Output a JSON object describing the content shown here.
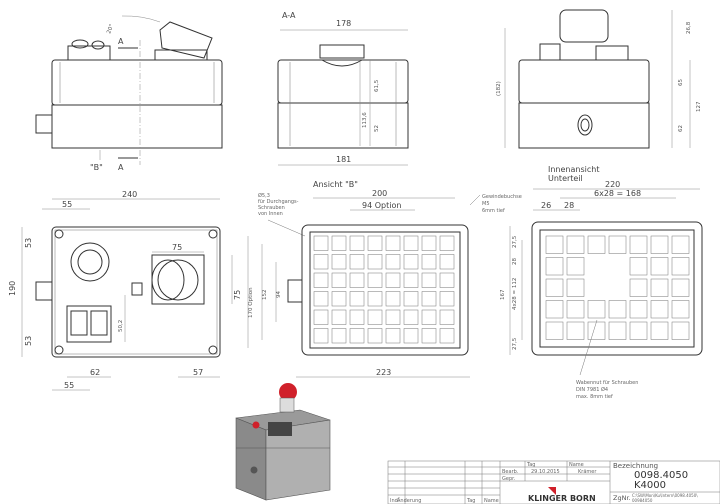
{
  "views": {
    "side": {
      "angle": "20°",
      "section_mark": "A",
      "view_mark": "\"B\""
    },
    "section": {
      "title": "A-A",
      "width_top": "178",
      "width_bottom": "181",
      "h_upper": "61,5",
      "h_total": "113,6",
      "h_lower": "52"
    },
    "right": {
      "overall": "(182)",
      "cap": "26,8",
      "upper": "65",
      "total": "127",
      "lower": "62"
    },
    "front": {
      "width": "240",
      "left_offset": "55",
      "height": "190",
      "top_offset": "53",
      "bottom_offset": "53",
      "socket_w": "75",
      "socket_h": "75",
      "switch_h": "50,2",
      "switch_w": "62",
      "right_offset": "57",
      "bottom_left": "55"
    },
    "ansicht_b": {
      "title": "Ansicht \"B\"",
      "width": "200",
      "option": "94 Option",
      "hole_note": [
        "Ø5,3",
        "für Durchgangs-",
        "Schrauben",
        "von Innen"
      ],
      "h1": "170 Option",
      "h2": "152",
      "h3": "94",
      "bottom": "223"
    },
    "inner": {
      "title": [
        "Innenansicht",
        "Unterteil"
      ],
      "width": "220",
      "pitch": "6x28 = 168",
      "edge": "26",
      "cell": "28",
      "thread_note": [
        "Gewindebuchse",
        "M5",
        "6mm tief"
      ],
      "v_edge_top": "27,5",
      "v_cell": "28",
      "v_pitch": "4x28 = 112",
      "v_total": "167",
      "v_edge_bottom": "27,5",
      "slot_note": [
        "Wabennut für Schrauben",
        "DIN 7981 Ø4",
        "max. 8mm tief"
      ]
    }
  },
  "title_block": {
    "col_tag": "Tag",
    "col_name": "Name",
    "bearb": "Bearb.",
    "gepr": "Gepr.",
    "date": "29.10.2015",
    "author": "Krämer",
    "index": "Ind.",
    "change": "Änderung",
    "tag2": "Tag",
    "name2": "Name",
    "designation_label": "Bezeichnung",
    "part_no": "0098.4050",
    "model": "K4000",
    "drawing_label": "ZgNr.",
    "drawing_path": [
      "C:\\SW\\Mon\\Ku\\Intern\\0098.4050\\",
      "00984050"
    ],
    "company": "KLINGER BORN",
    "brand_color": "#d0202a"
  }
}
